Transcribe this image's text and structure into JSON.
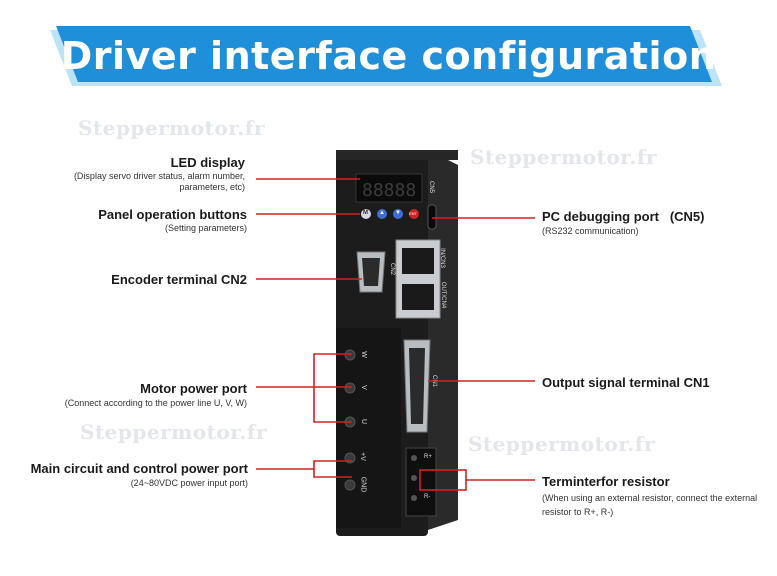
{
  "title": "Driver interface configuration",
  "watermark": "Steppermotor.fr",
  "device": {
    "cn5_label": "CN5",
    "cn2_label": "CN2",
    "in_label": "IN/CN3",
    "out_label": "OUT/CN4",
    "cn1_label": "CN1",
    "terminals": [
      "W",
      "V",
      "U",
      "+V",
      "GND"
    ],
    "resistor_terminals": [
      "R+",
      "R-"
    ],
    "buttons": [
      "M",
      "▲",
      "▼",
      "ENT"
    ]
  },
  "labels": {
    "led_display": {
      "title": "LED display",
      "desc": "(Display servo driver status, alarm number, parameters, etc)"
    },
    "panel_buttons": {
      "title": "Panel operation buttons",
      "desc": "(Setting parameters)"
    },
    "encoder": {
      "title": "Encoder terminal CN2"
    },
    "motor_power": {
      "title": "Motor power port",
      "desc": "(Connect according to the power line U, V, W)"
    },
    "main_power": {
      "title": "Main circuit and control power port",
      "desc": "(24~80VDC power input port)"
    },
    "pc_debug": {
      "title": "PC debugging port   (CN5)",
      "desc": "(RS232 communication)"
    },
    "output_signal": {
      "title": "Output signal terminal CN1"
    },
    "terminator": {
      "title": "Terminterfor resistor",
      "desc": "(When using an external resistor, connect the external resistor to R+, R-)"
    }
  },
  "colors": {
    "banner": "#1e8fd8",
    "line": "#d42121",
    "device": "#1e1e1e"
  }
}
